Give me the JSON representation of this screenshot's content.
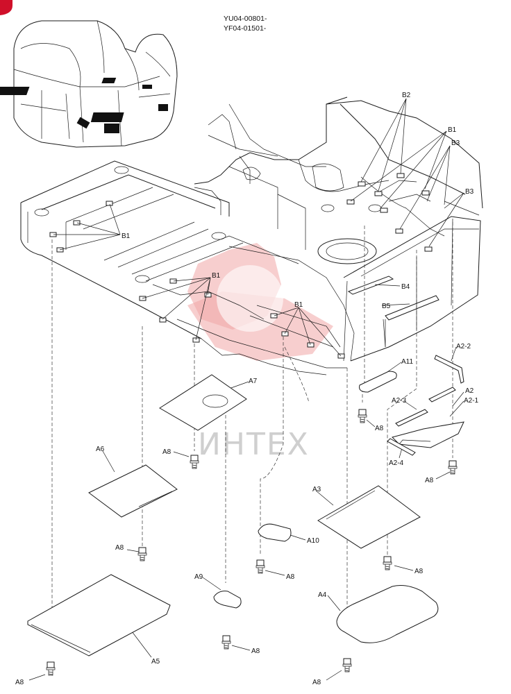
{
  "header": {
    "code_line_1": "YU04-00801-",
    "code_line_2": "YF04-01501-"
  },
  "watermark": {
    "text": "ИНТЕХ",
    "color": "#f0a6a6"
  },
  "corner_badge": {
    "color": "#d0102a"
  },
  "labels": {
    "B2": "B2",
    "B1_top": "B1",
    "B3_a": "B3",
    "B3_b": "B3",
    "B1_left": "B1",
    "B1_mid": "B1",
    "B1_center": "B1",
    "B4": "B4",
    "B5": "B5",
    "A11": "A11",
    "A2_2": "A2-2",
    "A2": "A2",
    "A2_1": "A2-1",
    "A2_3": "A2-3",
    "A2_4": "A2-4",
    "A7": "A7",
    "A6": "A6",
    "A3": "A3",
    "A10": "A10",
    "A9": "A9",
    "A4": "A4",
    "A5": "A5",
    "A8_1": "A8",
    "A8_2": "A8",
    "A8_3": "A8",
    "A8_4": "A8",
    "A8_5": "A8",
    "A8_6": "A8",
    "A8_7": "A8",
    "A8_8": "A8",
    "A8_9": "A8"
  }
}
